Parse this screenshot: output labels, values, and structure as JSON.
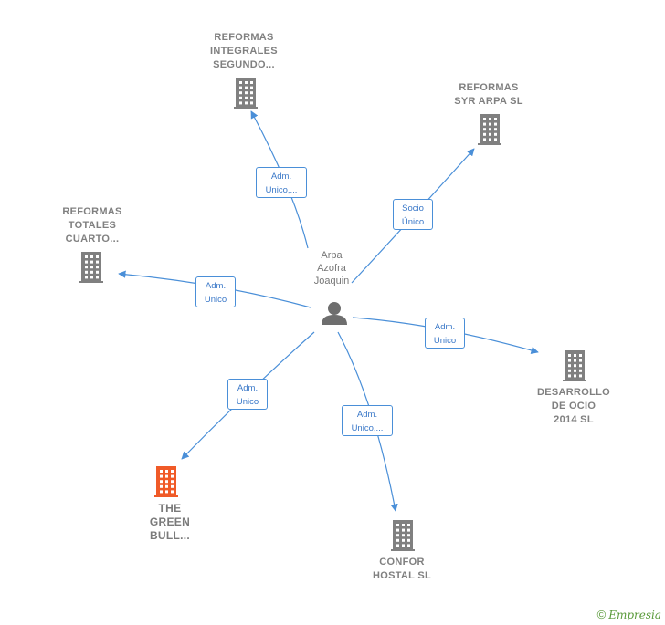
{
  "center": {
    "label": "Arpa\nAzofra\nJoaquin",
    "icon": "person-icon"
  },
  "companies": [
    {
      "id": "reformas-integrales",
      "label": "REFORMAS\nINTEGRALES\nSEGUNDO...",
      "icon": "building-icon",
      "color": "#808080"
    },
    {
      "id": "reformas-syr-arpa",
      "label": "REFORMAS\nSYR ARPA  SL",
      "icon": "building-icon",
      "color": "#808080"
    },
    {
      "id": "reformas-totales",
      "label": "REFORMAS\nTOTALES\nCUARTO...",
      "icon": "building-icon",
      "color": "#808080"
    },
    {
      "id": "desarrollo-ocio",
      "label": "DESARROLLO\nDE OCIO\n2014  SL",
      "icon": "building-icon",
      "color": "#808080"
    },
    {
      "id": "the-green-bull",
      "label": "THE\nGREEN\nBULL...",
      "icon": "building-icon",
      "color": "#f05a28"
    },
    {
      "id": "confor-hostal",
      "label": "CONFOR\nHOSTAL  SL",
      "icon": "building-icon",
      "color": "#808080"
    }
  ],
  "relations": [
    {
      "label": "Adm.\nUnico,...",
      "target": "reformas-integrales"
    },
    {
      "label": "Socio\nÚnico",
      "target": "reformas-syr-arpa"
    },
    {
      "label": "Adm.\nUnico",
      "target": "reformas-totales"
    },
    {
      "label": "Adm.\nUnico",
      "target": "desarrollo-ocio"
    },
    {
      "label": "Adm.\nUnico",
      "target": "the-green-bull"
    },
    {
      "label": "Adm.\nUnico,...",
      "target": "confor-hostal"
    }
  ],
  "brand": {
    "copyright": "©",
    "name": "Empresia"
  },
  "colors": {
    "edge": "#4a8fd8",
    "node": "#808080",
    "highlight": "#f05a28"
  }
}
